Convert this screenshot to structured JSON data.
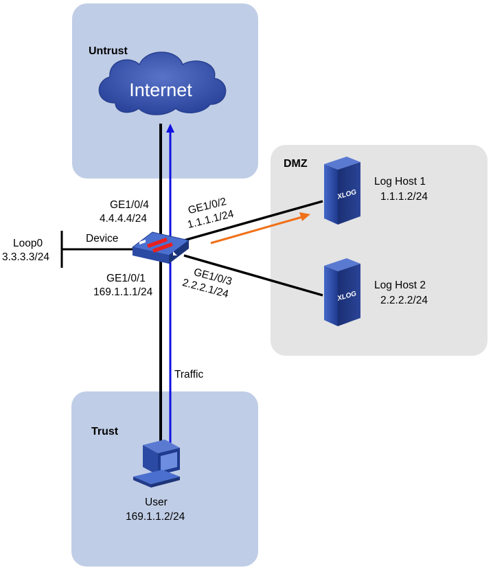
{
  "zones": {
    "untrust": "Untrust",
    "dmz": "DMZ",
    "trust": "Trust"
  },
  "cloud": {
    "label": "Internet"
  },
  "device": {
    "name": "Device",
    "loopback": {
      "name": "Loop0",
      "ip": "3.3.3.3/24"
    },
    "ports": {
      "ge4": {
        "name": "GE1/0/4",
        "ip": "4.4.4.4/24"
      },
      "ge1": {
        "name": "GE1/0/1",
        "ip": "169.1.1.1/24"
      },
      "ge2": {
        "name": "GE1/0/2",
        "ip": "1.1.1.1/24"
      },
      "ge3": {
        "name": "GE1/0/3",
        "ip": "2.2.2.1/24"
      }
    }
  },
  "log_hosts": [
    {
      "name": "Log Host 1",
      "ip": "1.1.1.2/24",
      "badge": "XLOG"
    },
    {
      "name": "Log Host 2",
      "ip": "2.2.2.2/24",
      "badge": "XLOG"
    }
  ],
  "user": {
    "name": "User",
    "ip": "169.1.1.2/24"
  },
  "traffic_label": "Traffic",
  "colors": {
    "zone_blue": "#c0cde6",
    "zone_gray": "#e4e4e4",
    "traffic_arrow": "#1010e0",
    "log_arrow": "#f07018",
    "cloud": "#3a55b0",
    "server": "#2c4aa8"
  },
  "icons": {
    "cloud": "cloud-icon",
    "device": "firewall-icon",
    "server": "server-icon",
    "user": "computer-icon"
  }
}
